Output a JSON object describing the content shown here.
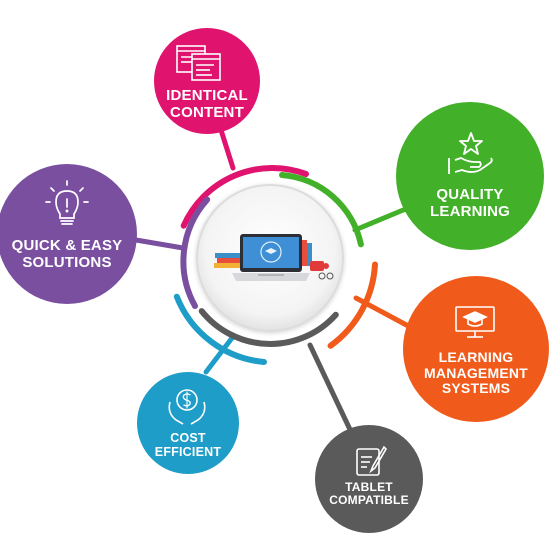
{
  "diagram": {
    "center": {
      "icon": "laptop-with-books-icon"
    },
    "nodes": [
      {
        "id": "identical-content",
        "line1": "IDENTICAL",
        "line2": "CONTENT",
        "color": "#e0146f",
        "icon": "documents-icon"
      },
      {
        "id": "quality-learning",
        "line1": "QUALITY",
        "line2": "LEARNING",
        "color": "#43b02a",
        "icon": "hand-star-icon"
      },
      {
        "id": "learning-management-systems",
        "line1": "LEARNING",
        "line2": "MANAGEMENT",
        "line3": "SYSTEMS",
        "color": "#f05a1a",
        "icon": "monitor-graduation-cap-icon"
      },
      {
        "id": "tablet-compatible",
        "line1": "TABLET",
        "line2": "COMPATIBLE",
        "color": "#5a5a5a",
        "icon": "tablet-pen-icon"
      },
      {
        "id": "cost-efficient",
        "line1": "COST",
        "line2": "EFFICIENT",
        "color": "#1e9dc8",
        "icon": "hands-dollar-icon"
      },
      {
        "id": "quick-easy-solutions",
        "line1": "QUICK & EASY",
        "line2": "SOLUTIONS",
        "color": "#7a4fa0",
        "icon": "lightbulb-icon"
      }
    ]
  }
}
